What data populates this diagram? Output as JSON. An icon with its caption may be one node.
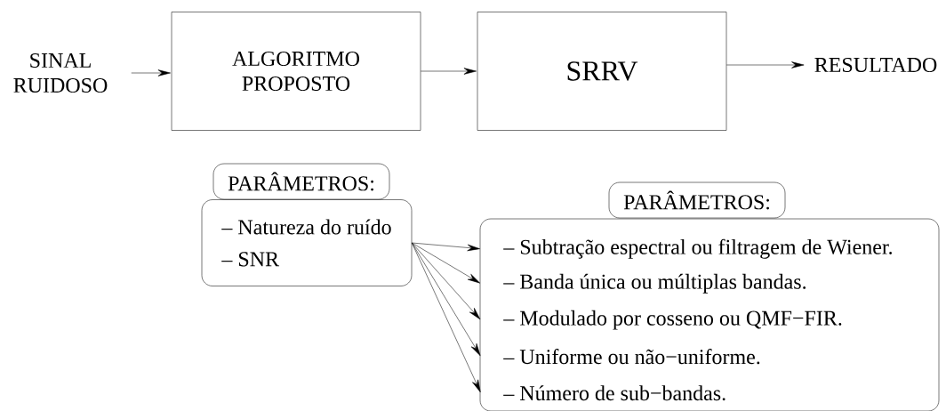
{
  "diagram": {
    "nodes": [
      {
        "text": [
          "SINAL RUIDOSO"
        ]
      },
      {
        "text": [
          "ALGORITMO PROPOSTO"
        ]
      },
      {
        "text": [
          "SRRV"
        ]
      },
      {
        "text": [
          "RESULTADO"
        ]
      },
      {
        "text": [
          "PARÂMETROS:"
        ]
      },
      {
        "text": [
          "– Natureza do ruído",
          "– SNR"
        ]
      },
      {
        "text": [
          "PARÂMETROS:"
        ]
      },
      {
        "text": [],
        "shape": "box"
      },
      {
        "text": [
          "– Subtração espectral ou filtragem de Wiener."
        ],
        "in": 7
      },
      {
        "text": [
          "– Banda única ou múltiplas bandas."
        ],
        "in": 7
      },
      {
        "text": [
          "– Modulado por cosseno ou QMF−FIR."
        ],
        "in": 7
      },
      {
        "text": [
          "– Uniforme ou não−uniforme."
        ],
        "in": 7
      },
      {
        "text": [
          "– Número de sub−bandas."
        ],
        "in": 7
      }
    ],
    "edges": [
      {
        "from": 0,
        "to": 1,
        "arrow": "to"
      },
      {
        "from": 1,
        "to": 2,
        "arrow": "to"
      },
      {
        "from": 2,
        "to": 3,
        "arrow": "to"
      },
      {
        "from": 5,
        "to": 8,
        "arrow": "to"
      },
      {
        "from": 5,
        "to": 9,
        "arrow": "to"
      },
      {
        "from": 5,
        "to": 10,
        "arrow": "to"
      },
      {
        "from": 5,
        "to": 11,
        "arrow": "to"
      },
      {
        "from": 5,
        "to": 12,
        "arrow": "to"
      }
    ]
  }
}
